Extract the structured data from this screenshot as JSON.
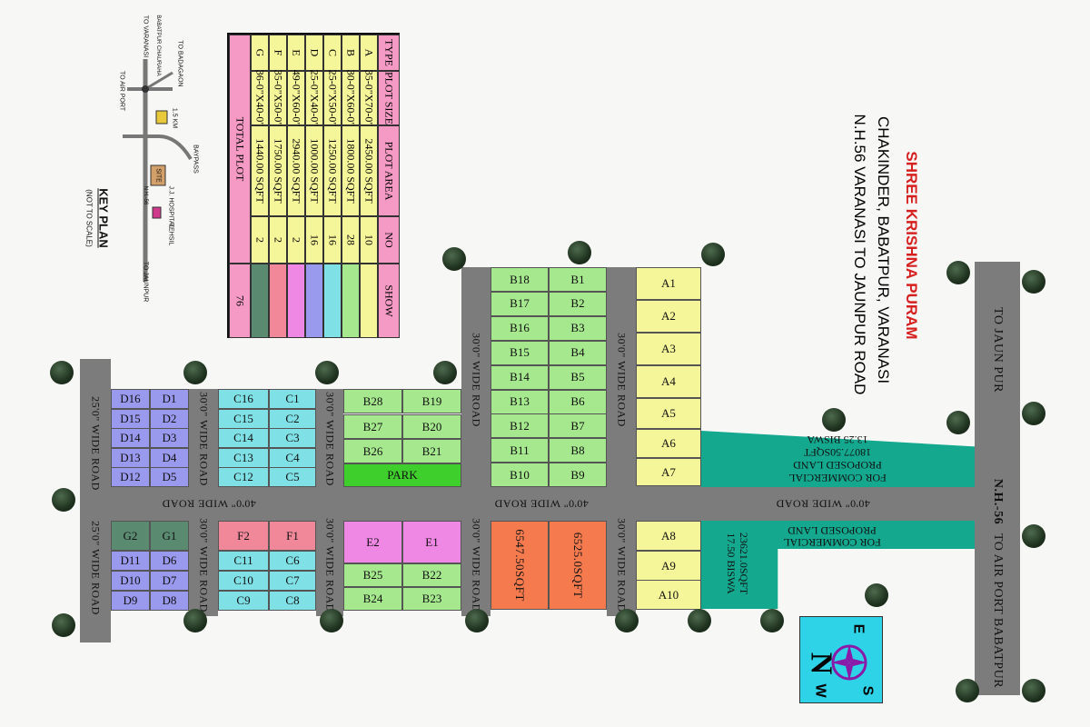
{
  "header": {
    "name": "SHREE KRISHNA PURAM",
    "address1": "CHAKINDER, BABATPUR, VARANASI",
    "address2": "N.H.56 VARANASI TO JAUNPUR ROAD",
    "name_color": "#d61f1f"
  },
  "table": {
    "headers": [
      "TYPE",
      "PLOT SIZE",
      "PLOT AREA",
      "NO",
      "SHOW"
    ],
    "rows": [
      {
        "type": "A",
        "size": "35-0\"X70-0\"",
        "area": "2450.00 SQFT",
        "no": "10",
        "color": "#f5f59a"
      },
      {
        "type": "B",
        "size": "30-0\"X60-0\"",
        "area": "1800.00 SQFT",
        "no": "28",
        "color": "#a6e88e"
      },
      {
        "type": "C",
        "size": "25-0\"X50-0\"",
        "area": "1250.00 SQFT",
        "no": "16",
        "color": "#7fe0e6"
      },
      {
        "type": "D",
        "size": "25-0\"X40-0\"",
        "area": "1000.00 SQFT",
        "no": "16",
        "color": "#9999ee"
      },
      {
        "type": "E",
        "size": "49-0\"X60-0\"",
        "area": "2940.00 SQFT",
        "no": "2",
        "color": "#ee88e4"
      },
      {
        "type": "F",
        "size": "35-0\"X50-0\"",
        "area": "1750.00 SQFT",
        "no": "2",
        "color": "#f0889a"
      },
      {
        "type": "G",
        "size": "36-0\"X40-0\"",
        "area": "1440.00 SQFT",
        "no": "2",
        "color": "#5a8a70"
      }
    ],
    "total_label": "TOTAL PLOT",
    "total": "76",
    "header_color": "#f49ac4"
  },
  "key_plan": {
    "title": "KEY PLAN",
    "subtitle": "(NOT TO SCALE)",
    "labels": {
      "to_varanasi": "TO VARANASI",
      "chauraha": "BABATPUR CHAURAHA",
      "to_badagaon": "TO BADAGAON",
      "to_airport": "TO AIR PORT",
      "distance": "1.5 KM",
      "bypass": "BAYPASS",
      "site": "SITE",
      "nh": "N.H.-56",
      "hospital": "J.J. HOSPITAL",
      "tehsil": "TEHSIL",
      "to_jaunpur": "TO JAUNPUR"
    }
  },
  "roads": {
    "main": "40'0\" WIDE ROAD",
    "r30": "30'0\" WIDE ROAD",
    "r25": "25'0\" WIDE ROAD",
    "nh": "N.H.-56",
    "to_jaunpur": "TO JAUN PUR",
    "to_airport": "TO AIR PORT BABATPUR"
  },
  "commercial": {
    "upper": {
      "line1": "FOR COMMERCIAL",
      "line2": "PROPOSED LAND",
      "line3": "18077.50SQFT",
      "line4": "13.25 BISWA"
    },
    "lower": {
      "line1": "FOR COMMERCIAL",
      "line2": "PROPOSED LAND",
      "line3": "23621.0SQFT",
      "line4": "17.50 BISWA"
    },
    "color": "#14a98f"
  },
  "orange": {
    "plot1": "6547.50SQFT",
    "plot2": "6525.0SQFT",
    "color": "#f57a4e"
  },
  "park": {
    "label": "PARK",
    "color": "#3fcf2c"
  },
  "compass": {
    "n": "N",
    "s": "S",
    "e": "E",
    "w": "W",
    "bg": "#2fd3e8"
  },
  "plots": {
    "A": [
      "A1",
      "A2",
      "A3",
      "A4",
      "A5",
      "A6",
      "A7",
      "A8",
      "A9",
      "A10"
    ],
    "B": [
      "B1",
      "B2",
      "B3",
      "B4",
      "B5",
      "B6",
      "B7",
      "B8",
      "B9",
      "B10",
      "B11",
      "B12",
      "B13",
      "B14",
      "B15",
      "B16",
      "B17",
      "B18",
      "B19",
      "B20",
      "B21",
      "B22",
      "B23",
      "B24",
      "B25",
      "B26",
      "B27",
      "B28"
    ],
    "C": [
      "C1",
      "C2",
      "C3",
      "C4",
      "C5",
      "C6",
      "C7",
      "C8",
      "C9",
      "C10",
      "C11",
      "C12",
      "C13",
      "C14",
      "C15",
      "C16"
    ],
    "D": [
      "D1",
      "D2",
      "D3",
      "D4",
      "D5",
      "D6",
      "D7",
      "D8",
      "D9",
      "D10",
      "D11",
      "D12",
      "D13",
      "D14",
      "D15",
      "D16"
    ],
    "E": [
      "E1",
      "E2"
    ],
    "F": [
      "F1",
      "F2"
    ],
    "G": [
      "G1",
      "G2"
    ]
  }
}
